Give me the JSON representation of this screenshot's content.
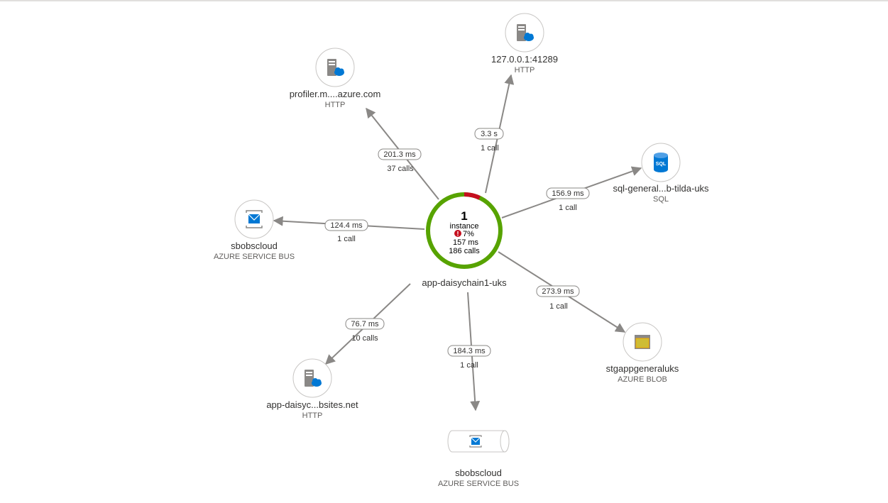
{
  "colors": {
    "healthy": "#57a300",
    "failed": "#c50f1f",
    "edge": "#8a8886",
    "cloud": "#0078d4",
    "server": "#8a8886"
  },
  "center": {
    "count": "1",
    "count_label": "instance",
    "failure_rate": "7%",
    "failure_fraction": 0.07,
    "duration": "157 ms",
    "calls": "186 calls",
    "name": "app-daisychain1-uks"
  },
  "nodes": {
    "profiler": {
      "name": "profiler.m....azure.com",
      "type": "HTTP",
      "icon": "http-server-cloud-icon"
    },
    "localhost": {
      "name": "127.0.0.1:41289",
      "type": "HTTP",
      "icon": "http-server-cloud-icon"
    },
    "sql": {
      "name": "sql-general...b-tilda-uks",
      "type": "SQL",
      "icon": "sql-database-icon"
    },
    "sbobscloud_left": {
      "name": "sbobscloud",
      "type": "AZURE SERVICE BUS",
      "icon": "service-bus-icon"
    },
    "storage": {
      "name": "stgappgeneraluks",
      "type": "AZURE BLOB",
      "icon": "storage-blob-icon"
    },
    "websites": {
      "name": "app-daisyc...bsites.net",
      "type": "HTTP",
      "icon": "http-server-cloud-icon"
    },
    "sbobscloud_bottom": {
      "name": "sbobscloud",
      "type": "AZURE SERVICE BUS",
      "icon": "service-bus-queue-icon"
    }
  },
  "edges": {
    "profiler": {
      "duration": "201.3 ms",
      "calls": "37 calls"
    },
    "localhost": {
      "duration": "3.3 s",
      "calls": "1 call"
    },
    "sql": {
      "duration": "156.9 ms",
      "calls": "1 call"
    },
    "sbobscloud_left": {
      "duration": "124.4 ms",
      "calls": "1 call"
    },
    "storage": {
      "duration": "273.9 ms",
      "calls": "1 call"
    },
    "websites": {
      "duration": "76.7 ms",
      "calls": "10 calls"
    },
    "sbobscloud_bottom": {
      "duration": "184.3 ms",
      "calls": "1 call"
    }
  }
}
